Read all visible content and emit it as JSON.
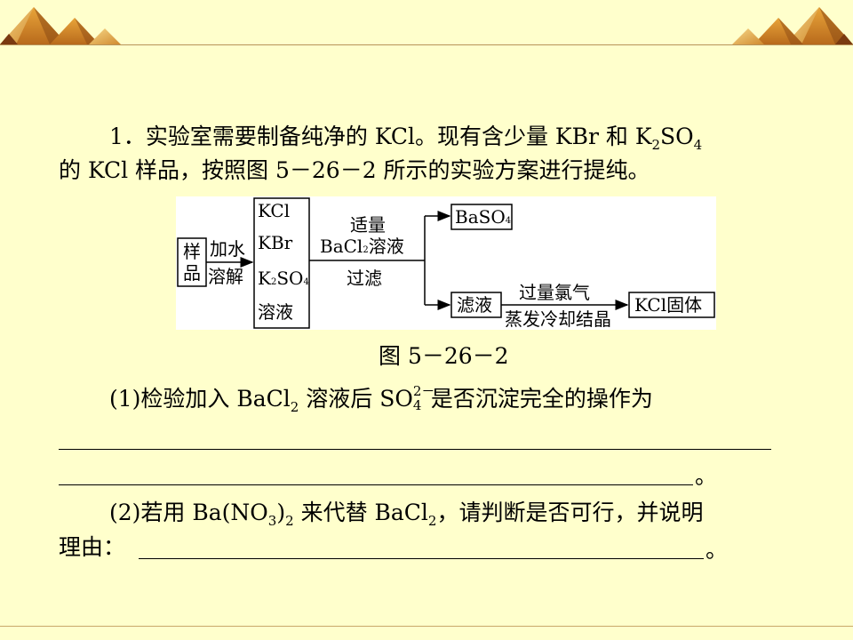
{
  "slide": {
    "q1_intro_line1_a": "1．实验室需要制备纯净的 KCl。现有含少量 KBr 和 K",
    "q1_intro_line1_sub1": "2",
    "q1_intro_line1_b": "SO",
    "q1_intro_line1_sub2": "4",
    "q1_intro_line2": "的 KCl 样品，按照图 5－26－2 所示的实验方案进行提纯。",
    "diagram": {
      "sample_label_1": "样",
      "sample_label_2": "品",
      "step1_top": "加水",
      "step1_bottom": "溶解",
      "solution_kcl": "KCl",
      "solution_kbr": "KBr",
      "solution_k": "K",
      "solution_k_sub": "2",
      "solution_so": "SO",
      "solution_so_sub": "4",
      "solution_label": "溶液",
      "step2_top": "适量",
      "step2_mid_a": "BaCl",
      "step2_mid_sub": "2",
      "step2_mid_b": "溶液",
      "step2_bottom": "过滤",
      "precipitate_a": "BaSO",
      "precipitate_sub": "4",
      "filtrate": "滤液",
      "step3_top": "过量氯气",
      "step3_bottom": "蒸发冷却结晶",
      "product": "KCl固体"
    },
    "figure_caption": "图 5－26－2",
    "q1_part1_a": "(1)检验加入 BaCl",
    "q1_part1_sub": "2",
    "q1_part1_b": " 溶液后 SO",
    "q1_part1_ion_sub": "4",
    "q1_part1_ion_sup": "2－",
    "q1_part1_c": "是否沉淀完全的操作为",
    "period": "。",
    "q1_part2_a": "(2)若用 Ba(NO",
    "q1_part2_sub1": "3",
    "q1_part2_b": ")",
    "q1_part2_sub2": "2",
    "q1_part2_c": " 来代替 BaCl",
    "q1_part2_sub3": "2",
    "q1_part2_d": "，请判断是否可行，并说明",
    "q1_part2_line2": "理由："
  }
}
